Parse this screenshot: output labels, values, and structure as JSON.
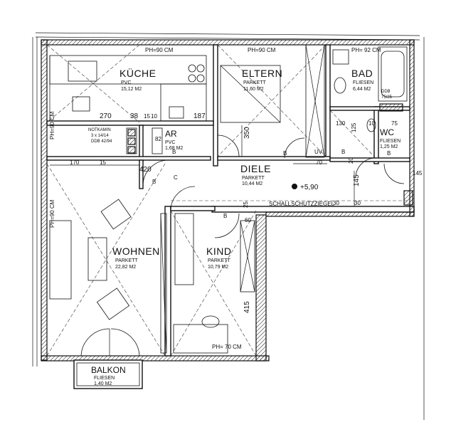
{
  "rooms": {
    "kueche": {
      "name": "KÜCHE",
      "floor": "PVC",
      "area": "15,12 M2"
    },
    "eltern": {
      "name": "ELTERN",
      "floor": "PARKETT",
      "area": "11,60 M2"
    },
    "bad": {
      "name": "BAD",
      "floor": "FLIESEN",
      "area": "6,44 M2"
    },
    "wc": {
      "name": "WC",
      "floor": "FLIESEN",
      "area": "1,25 M2"
    },
    "ar": {
      "name": "AR",
      "floor": "PVC",
      "area": "1,68 M2"
    },
    "diele": {
      "name": "DIELE",
      "floor": "PARKETT",
      "area": "10,44 M2"
    },
    "wohnen": {
      "name": "WOHNEN",
      "floor": "PARKETT",
      "area": "22,82 M2"
    },
    "kind": {
      "name": "KIND",
      "floor": "PARKETT",
      "area": "10,79 M2"
    },
    "balkon": {
      "name": "BALKON",
      "floor": "FLIESEN",
      "area": "1,40 M2"
    }
  },
  "labels": {
    "ph_kueche": "PH=90 CM",
    "ph_eltern": "PH=90 CM",
    "ph_bad": "PH= 92 CM",
    "ph_wohnen_left": "PH=90 CM",
    "ph_kueche_left": "PH=90 CM",
    "ph_kind": "PH= 70 CM",
    "notkamin_1": "NOTKAMIN",
    "notkamin_2": "3 x 14/14",
    "notkamin_3": "DDB 42/94",
    "ddb_bad_1": "DDB",
    "ddb_bad_2": "75/25",
    "schallschutz": "SCHALLSCHUTZZIEGEL",
    "level": "+5,90"
  },
  "dimensions": {
    "d270": "270",
    "d38": "38",
    "d15": "15",
    "d10": "10",
    "d187": "187",
    "d350": "350",
    "d420": "420",
    "d170": "170",
    "d145": "145",
    "d30": "30",
    "d130": "130",
    "d125": "125",
    "d10b": "10",
    "d25": "25",
    "d75": "75",
    "d70": "70",
    "d25b": "25",
    "d60": "60",
    "d415": "415",
    "d82": "82",
    "d15b": "15",
    "d20": "20",
    "d30b": "30",
    "d145b": "145"
  },
  "markers": {
    "b": "B",
    "c": "C",
    "uv": "UV"
  }
}
